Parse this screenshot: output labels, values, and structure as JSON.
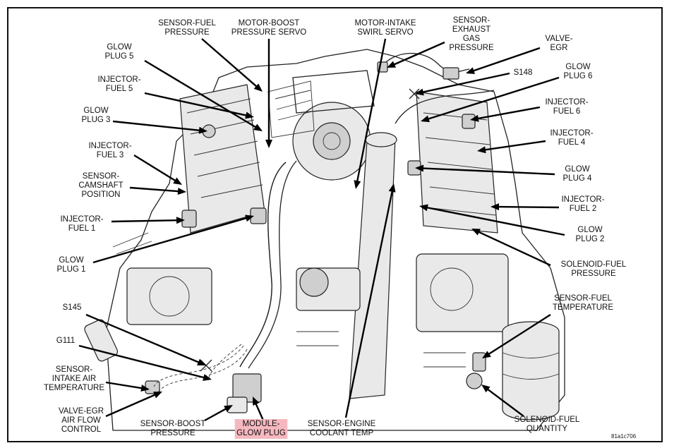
{
  "figure_id": "81a1c706",
  "highlight_color": "#f6b8c0",
  "callouts": [
    {
      "id": "sensor-fuel-pressure",
      "lines": [
        "SENSOR-FUEL",
        "PRESSURE"
      ]
    },
    {
      "id": "motor-boost-pressure-servo",
      "lines": [
        "MOTOR-BOOST",
        "PRESSURE SERVO"
      ]
    },
    {
      "id": "motor-intake-swirl-servo",
      "lines": [
        "MOTOR-INTAKE",
        "SWIRL SERVO"
      ]
    },
    {
      "id": "sensor-exhaust-gas-pressure",
      "lines": [
        "SENSOR-",
        "EXHAUST",
        "GAS",
        "PRESSURE"
      ]
    },
    {
      "id": "valve-egr",
      "lines": [
        "VALVE-",
        "EGR"
      ]
    },
    {
      "id": "s148",
      "lines": [
        "S148"
      ]
    },
    {
      "id": "glow-plug-6",
      "lines": [
        "GLOW",
        "PLUG 6"
      ]
    },
    {
      "id": "injector-fuel-6",
      "lines": [
        "INJECTOR-",
        "FUEL 6"
      ]
    },
    {
      "id": "injector-fuel-4",
      "lines": [
        "INJECTOR-",
        "FUEL 4"
      ]
    },
    {
      "id": "glow-plug-4",
      "lines": [
        "GLOW",
        "PLUG 4"
      ]
    },
    {
      "id": "injector-fuel-2",
      "lines": [
        "INJECTOR-",
        "FUEL 2"
      ]
    },
    {
      "id": "glow-plug-2",
      "lines": [
        "GLOW",
        "PLUG 2"
      ]
    },
    {
      "id": "solenoid-fuel-pressure",
      "lines": [
        "SOLENOID-FUEL",
        "PRESSURE"
      ]
    },
    {
      "id": "sensor-fuel-temperature",
      "lines": [
        "SENSOR-FUEL",
        "TEMPERATURE"
      ]
    },
    {
      "id": "solenoid-fuel-quantity",
      "lines": [
        "SOLENOID-FUEL",
        "QUANTITY"
      ]
    },
    {
      "id": "glow-plug-5",
      "lines": [
        "GLOW",
        "PLUG 5"
      ]
    },
    {
      "id": "injector-fuel-5",
      "lines": [
        "INJECTOR-",
        "FUEL 5"
      ]
    },
    {
      "id": "glow-plug-3",
      "lines": [
        "GLOW",
        "PLUG 3"
      ]
    },
    {
      "id": "injector-fuel-3",
      "lines": [
        "INJECTOR-",
        "FUEL 3"
      ]
    },
    {
      "id": "sensor-camshaft-position",
      "lines": [
        "SENSOR-",
        "CAMSHAFT",
        "POSITION"
      ]
    },
    {
      "id": "injector-fuel-1",
      "lines": [
        "INJECTOR-",
        "FUEL 1"
      ]
    },
    {
      "id": "glow-plug-1",
      "lines": [
        "GLOW",
        "PLUG 1"
      ]
    },
    {
      "id": "s145",
      "lines": [
        "S145"
      ]
    },
    {
      "id": "g111",
      "lines": [
        "G111"
      ]
    },
    {
      "id": "sensor-intake-air-temperature",
      "lines": [
        "SENSOR-",
        "INTAKE AIR",
        "TEMPERATURE"
      ]
    },
    {
      "id": "valve-egr-air-flow-control",
      "lines": [
        "VALVE-EGR",
        "AIR FLOW",
        "CONTROL"
      ]
    },
    {
      "id": "sensor-boost-pressure",
      "lines": [
        "SENSOR-BOOST",
        "PRESSURE"
      ]
    },
    {
      "id": "module-glow-plug",
      "lines": [
        "MODULE-",
        "GLOW PLUG"
      ],
      "highlighted": true
    },
    {
      "id": "sensor-engine-coolant-temp",
      "lines": [
        "SENSOR-ENGINE",
        "COOLANT TEMP"
      ]
    }
  ]
}
